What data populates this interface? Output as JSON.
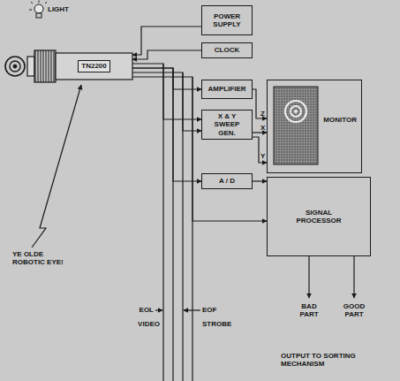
{
  "diagram": {
    "nodes": [
      {
        "text": [
          "TN2200"
        ]
      },
      {
        "text": [
          "POWER SUPPLY"
        ]
      },
      {
        "text": [
          "CLOCK"
        ]
      },
      {
        "text": [
          "AMPLIFIER"
        ]
      },
      {
        "text": [
          "X & Y SWEEP GEN."
        ]
      },
      {
        "text": [
          "MONITOR"
        ]
      },
      {
        "text": [
          "A / D"
        ]
      },
      {
        "text": [
          "SIGNAL PROCESSOR"
        ]
      }
    ],
    "edges": [
      {
        "from": 1,
        "to": 0,
        "arrow": "to"
      },
      {
        "from": 2,
        "to": 0,
        "arrow": "to"
      },
      {
        "from": 0,
        "to": 3,
        "arrow": "to"
      },
      {
        "from": 0,
        "to": 4,
        "arrow": "to"
      },
      {
        "from": 0,
        "to": 4,
        "arrow": "to"
      },
      {
        "from": 0,
        "to": 6,
        "arrow": "to"
      },
      {
        "from": 0,
        "to": 7,
        "arrow": "to"
      },
      {
        "from": 3,
        "to": 5,
        "arrow": "to"
      },
      {
        "from": 4,
        "to": 5,
        "arrow": "to"
      },
      {
        "from": 4,
        "to": 5,
        "arrow": "to"
      },
      {
        "from": 6,
        "to": 7,
        "arrow": "to"
      }
    ],
    "labels": [
      "LIGHT",
      "Z",
      "X",
      "Y",
      "YE OLDE ROBOTIC EYE!",
      "EOL",
      "VIDEO",
      "EOF",
      "STROBE",
      "BAD PART",
      "GOOD PART",
      "OUTPUT TO SORTING MECHANISM"
    ]
  }
}
